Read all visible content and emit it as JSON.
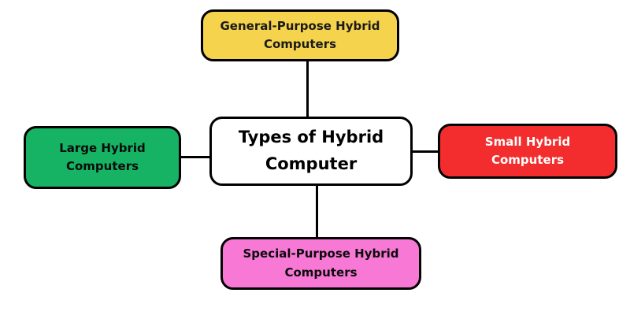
{
  "diagram": {
    "title": "Types of Hybrid Computer diagram",
    "center": {
      "label": "Types of Hybrid Computer",
      "bg": "#FFFFFF",
      "text_color": "#000000"
    },
    "top": {
      "label": "General-Purpose Hybrid Computers",
      "bg": "#F6D34C",
      "text_color": "#1A1A1A"
    },
    "left": {
      "label": "Large Hybrid Computers",
      "bg": "#16B364",
      "text_color": "#0B0B0B"
    },
    "right": {
      "label": "Small Hybrid Computers",
      "bg": "#F32D2D",
      "text_color": "#FFFFFF"
    },
    "bottom": {
      "label": "Special-Purpose Hybrid Computers",
      "bg": "#F878D5",
      "text_color": "#0B0B0B"
    },
    "connector_color": "#000000"
  }
}
